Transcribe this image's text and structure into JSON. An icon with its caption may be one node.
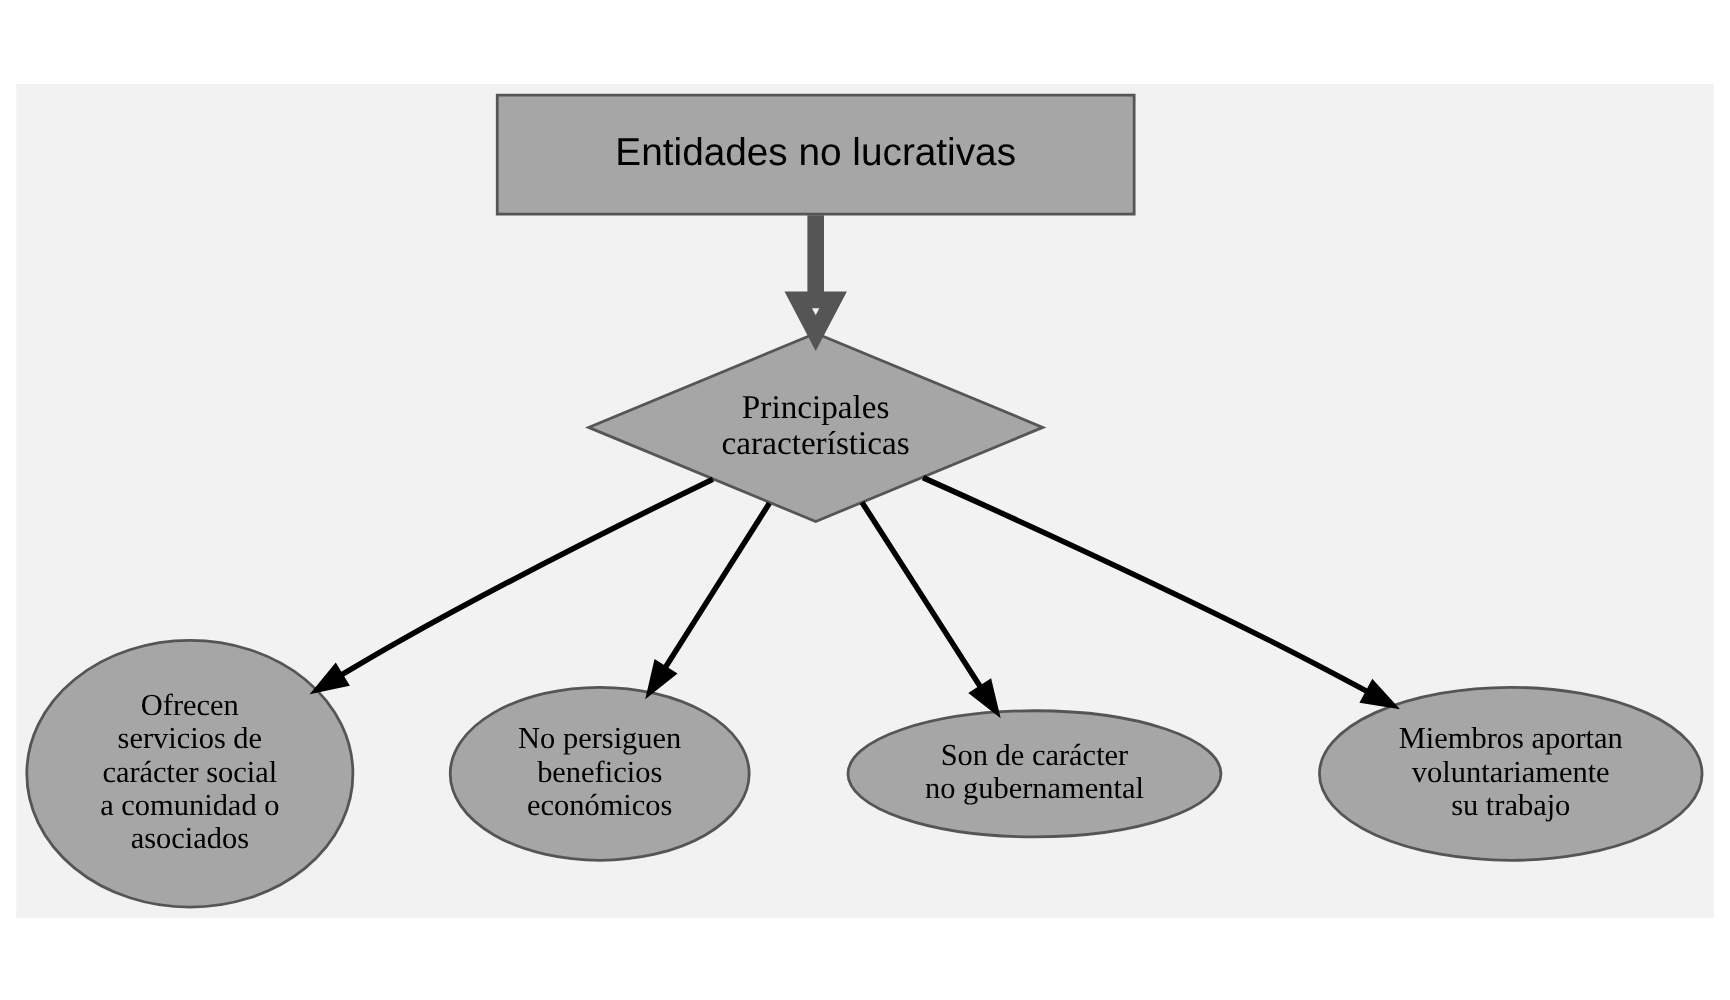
{
  "diagram": {
    "nodes": [
      {
        "text": [
          "Principales características"
        ]
      },
      {
        "text": [
          "Ofrecen servicios de carácter social a comunidad o asociados"
        ]
      },
      {
        "text": [
          "No persiguen beneficios económicos"
        ]
      },
      {
        "text": [
          "Son de carácter no gubernamental"
        ]
      },
      {
        "text": [
          "Miembros aportan voluntariamente su trabajo"
        ]
      },
      {
        "text": [
          "Entidades no lucrativas"
        ]
      }
    ],
    "edges": [
      {
        "from": 0,
        "to": 1,
        "arrow": "to"
      },
      {
        "from": 0,
        "to": 2,
        "arrow": "to"
      },
      {
        "from": 0,
        "to": 3,
        "arrow": "to"
      },
      {
        "from": 0,
        "to": 4,
        "arrow": "to"
      },
      {
        "from": 5,
        "to": 0,
        "arrow": "to",
        "style": "thick"
      }
    ]
  }
}
